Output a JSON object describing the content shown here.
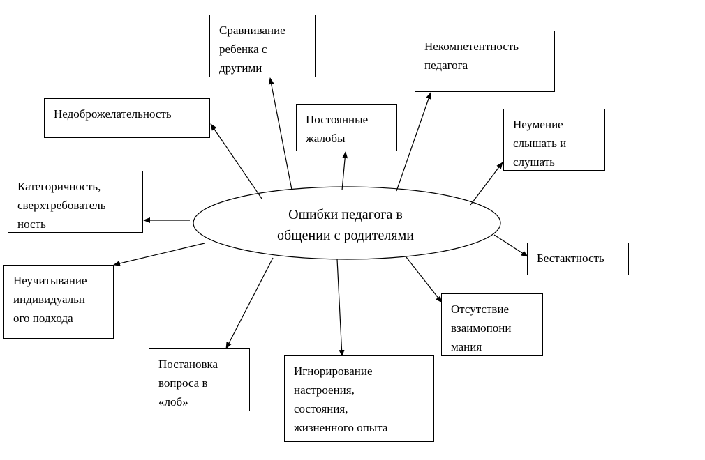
{
  "center": {
    "label": "Ошибки педагога в\nобщении с родителями"
  },
  "nodes": {
    "comparison": "Сравнивание\nребенка с\nдругими",
    "incompetence": "Некомпетентность\nпедагога",
    "unfriendliness": "Недоброжелательность",
    "complaints": "Постоянные\nжалобы",
    "listening": "Неумение\nслышать и\nслушать",
    "categorical": "Категоричность,\nсверхтребователь\nность",
    "tactlessness": "Бестактность",
    "individual": "Неучитывание\nиндивидуальн\nого подхода",
    "understanding": "Отсутствие\nвзаимопони\nмания",
    "blunt": "Постановка\nвопроса в\n«лоб»",
    "ignoring": "Игнорирование\nнастроения,\nсостояния,\nжизненного опыта"
  }
}
